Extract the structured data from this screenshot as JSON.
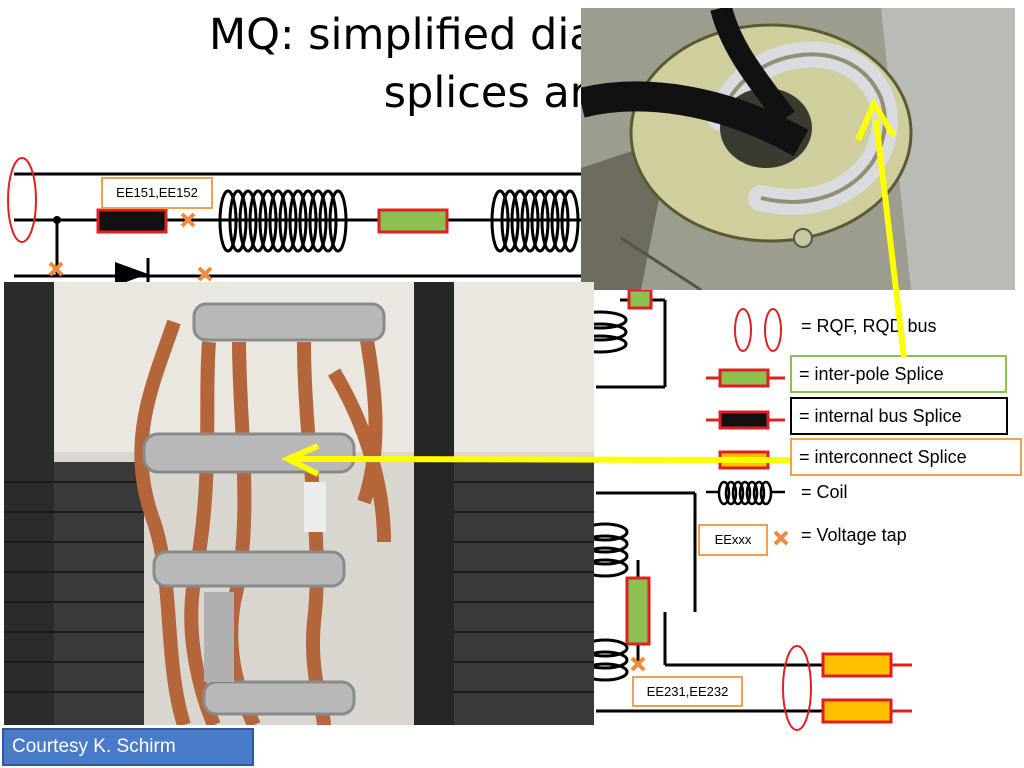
{
  "slide": {
    "title_line1": "MQ: simplified diag",
    "title_line2": "splices and",
    "courtesy": "Courtesy K. Schirm"
  },
  "tags": {
    "top": "EE151,EE152",
    "bottom": "EE231,EE232",
    "legend": "EExxx"
  },
  "legend": {
    "bus": "= RQF, RQD bus",
    "interpole": "= inter-pole Splice",
    "internal": "= internal bus Splice",
    "interconnect": "= interconnect  Splice",
    "coil": "= Coil",
    "vtap": "= Voltage tap"
  },
  "colors": {
    "wire": "#000000",
    "splice_border": "#e02020",
    "interpole_fill": "#8cc152",
    "internal_fill": "#111111",
    "interconnect_fill": "#ffc000",
    "vtap": "#f08a3c",
    "arrow": "#ffff00",
    "courtesy_bg": "#4a7bc8"
  }
}
